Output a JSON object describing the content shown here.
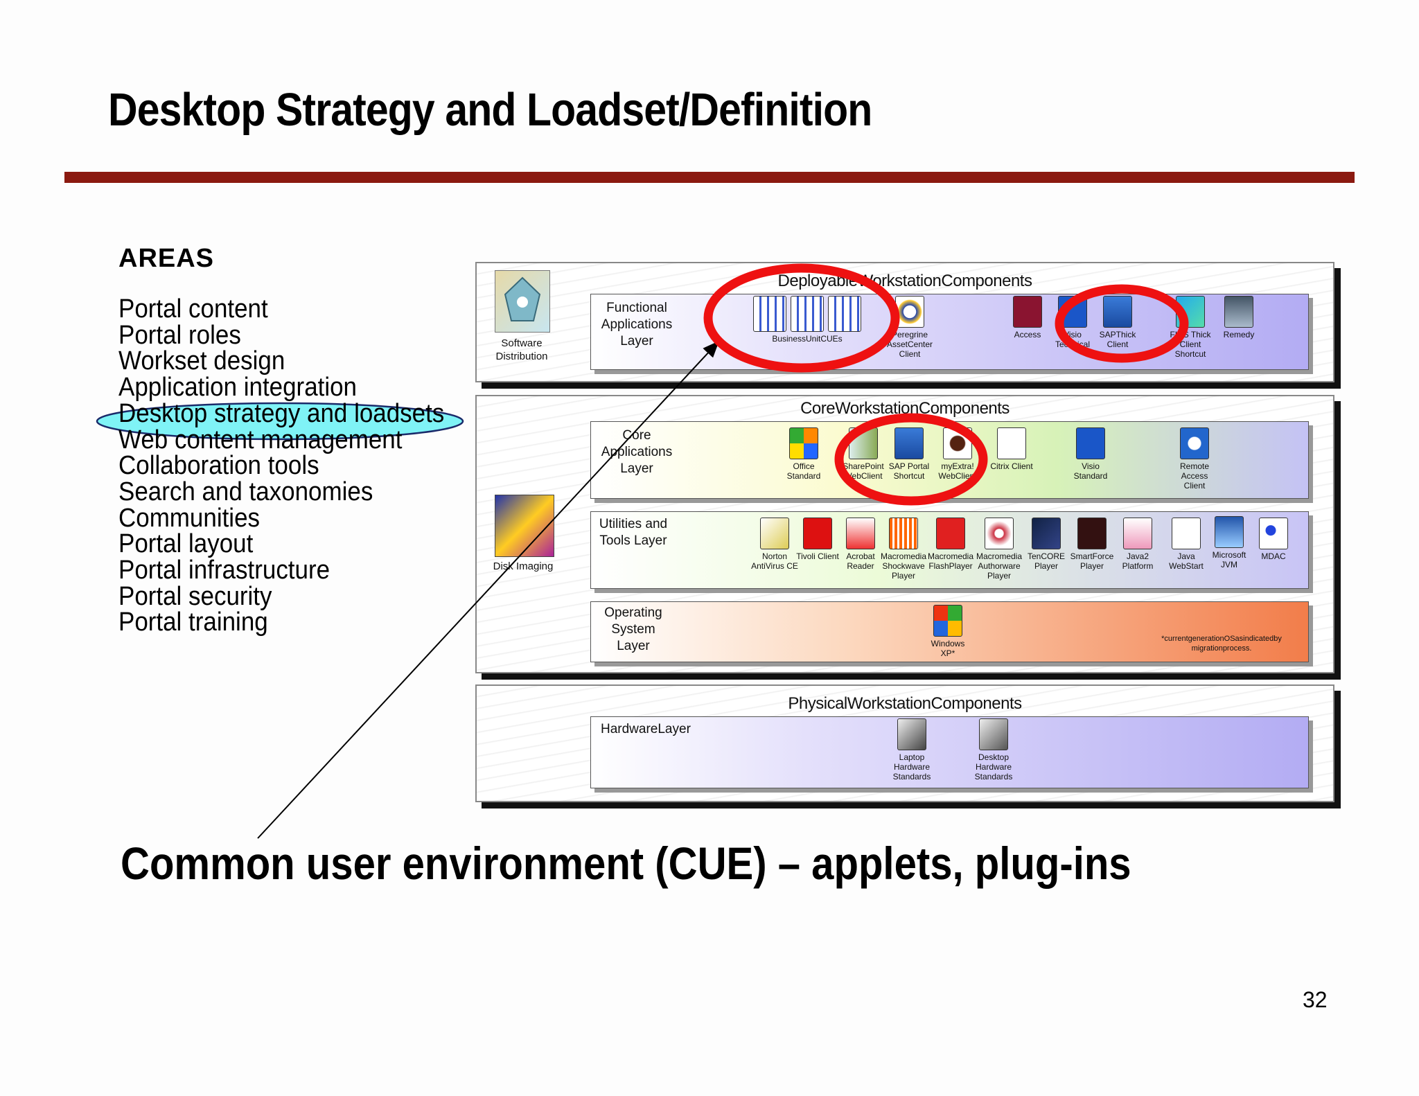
{
  "slide_title": "Desktop Strategy and Loadset/Definition",
  "areas": {
    "heading": "AREAS",
    "items": [
      "Portal content",
      "Portal roles",
      "Workset design",
      "Application integration",
      "Desktop strategy and loadsets",
      "Web content management",
      "Collaboration tools",
      "Search and taxonomies",
      "Communities",
      "Portal layout",
      "Portal infrastructure",
      "Portal security",
      "Portal training"
    ],
    "highlighted_item": "Desktop strategy and loadsets"
  },
  "diagram": {
    "deployable": {
      "title": "DeployableWorkstationComponents",
      "side_label": "Software Distribution",
      "layer_label": "Functional Applications Layer",
      "components": [
        "BusinessUnitCUEs",
        "Peregrine AssetCenter Client",
        "Access",
        "Visio Technical",
        "SAPThick Client",
        "FINS Thick Client Shortcut",
        "Remedy"
      ]
    },
    "core": {
      "title": "CoreWorkstationComponents",
      "side_label": "Disk Imaging",
      "core_apps_label": "Core Applications Layer",
      "core_apps": [
        "Office Standard",
        "SharePoint WebClient",
        "SAP Portal Shortcut",
        "myExtra! WebClient",
        "Citrix Client",
        "Visio Standard",
        "Remote Access Client"
      ],
      "utilities_label": "Utilities and Tools Layer",
      "utilities": [
        "Norton AntiVirus CE",
        "Tivoli Client",
        "Acrobat Reader",
        "Macromedia Shockwave Player",
        "Macromedia FlashPlayer",
        "Macromedia Authorware Player",
        "TenCORE Player",
        "SmartForce Player",
        "Java2 Platform",
        "Java WebStart",
        "Microsoft JVM",
        "MDAC"
      ],
      "os_label": "Operating System Layer",
      "os_component": "Windows XP*",
      "os_note": "*currentgenerationOSasindicatedby migrationprocess."
    },
    "physical": {
      "title": "PhysicalWorkstationComponents",
      "layer_label": "HardwareLayer",
      "components": [
        "Laptop Hardware Standards",
        "Desktop Hardware Standards"
      ]
    }
  },
  "bottom_caption": "Common user environment (CUE) – applets, plug-ins",
  "page_number": "32",
  "colors": {
    "title_rule": "#8b1a10",
    "highlight_ellipse_fill": "#7ff3f6",
    "emphasis_circles": "#ee1111"
  }
}
